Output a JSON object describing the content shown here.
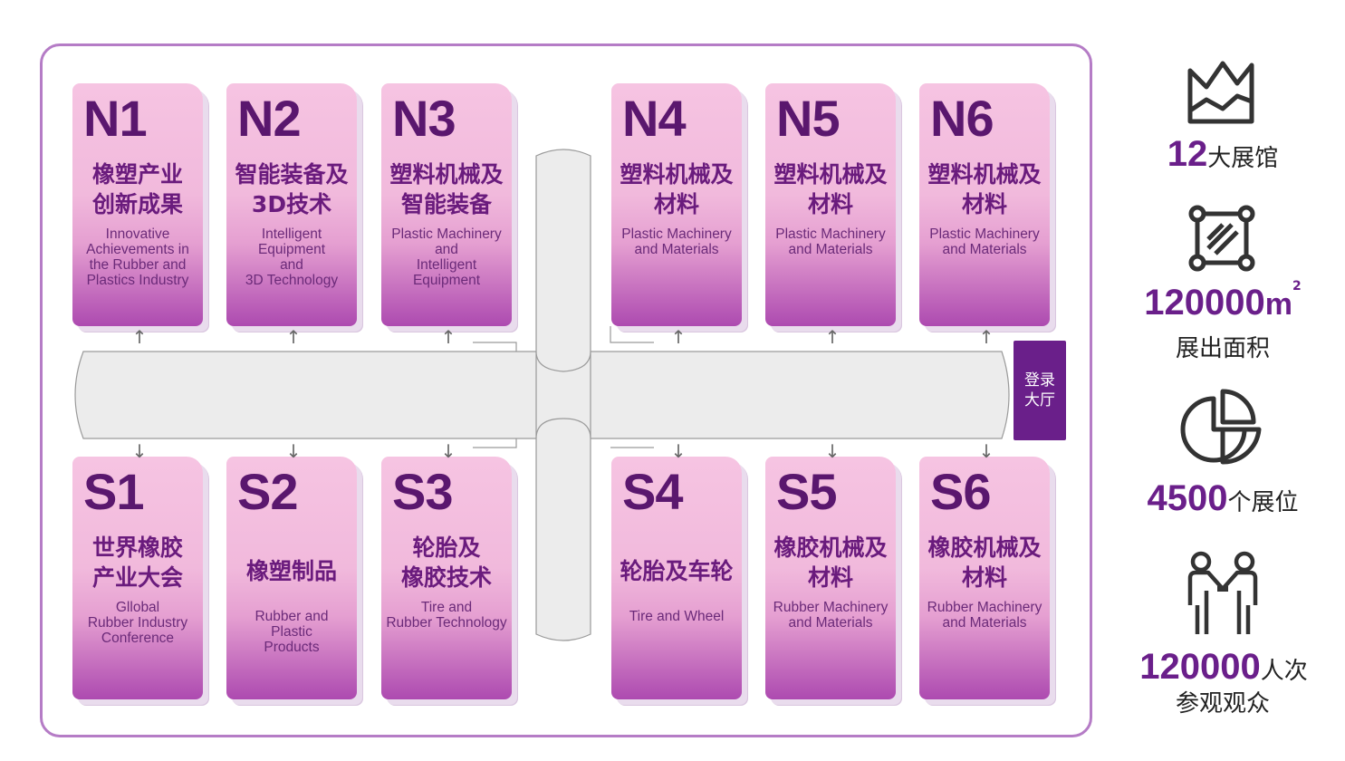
{
  "halls_north": [
    {
      "code": "N1",
      "cn": [
        "橡塑产业",
        "创新成果"
      ],
      "en": [
        "Innovative",
        "Achievements in",
        "the Rubber and",
        "Plastics Industry"
      ]
    },
    {
      "code": "N2",
      "cn": [
        "智能装备及",
        "3D技术"
      ],
      "en": [
        "Intelligent",
        "Equipment",
        "and",
        "3D Technology"
      ]
    },
    {
      "code": "N3",
      "cn": [
        "塑料机械及",
        "智能装备"
      ],
      "en": [
        "Plastic Machinery",
        "and",
        "Intelligent",
        "Equipment"
      ]
    },
    {
      "code": "N4",
      "cn": [
        "塑料机械及",
        "材料"
      ],
      "en": [
        "Plastic Machinery",
        "and Materials"
      ]
    },
    {
      "code": "N5",
      "cn": [
        "塑料机械及",
        "材料"
      ],
      "en": [
        "Plastic Machinery",
        "and Materials"
      ]
    },
    {
      "code": "N6",
      "cn": [
        "塑料机械及",
        "材料"
      ],
      "en": [
        "Plastic Machinery",
        "and Materials"
      ]
    }
  ],
  "halls_south": [
    {
      "code": "S1",
      "cn": [
        "世界橡胶",
        "产业大会"
      ],
      "en": [
        "Gllobal",
        "Rubber Industry",
        "Conference"
      ]
    },
    {
      "code": "S2",
      "cn": [
        "橡塑制品"
      ],
      "en": [
        "Rubber and",
        "Plastic",
        "Products"
      ]
    },
    {
      "code": "S3",
      "cn": [
        "轮胎及",
        "橡胶技术"
      ],
      "en": [
        "Tire and",
        "Rubber Technology"
      ]
    },
    {
      "code": "S4",
      "cn": [
        "轮胎及车轮"
      ],
      "en": [
        "Tire and Wheel"
      ]
    },
    {
      "code": "S5",
      "cn": [
        "橡胶机械及",
        "材料"
      ],
      "en": [
        "Rubber Machinery",
        "and Materials"
      ]
    },
    {
      "code": "S6",
      "cn": [
        "橡胶机械及",
        "材料"
      ],
      "en": [
        "Rubber Machinery",
        "and Materials"
      ]
    }
  ],
  "lobby": [
    "登录",
    "大厅"
  ],
  "stats": {
    "halls": {
      "value": "12",
      "label": "大展馆",
      "icon": "map-icon"
    },
    "area": {
      "value": "120000",
      "unit": "m",
      "sup": "2",
      "label": "展出面积",
      "icon": "area-icon"
    },
    "booths": {
      "value": "4500",
      "label": "个展位",
      "icon": "pie-icon"
    },
    "visitors": {
      "value": "120000",
      "label": "人次",
      "label2": "参观观众",
      "icon": "handshake-icon"
    }
  },
  "colors": {
    "accent": "#6a1f8a",
    "hall_top": "#f6c4e2",
    "hall_bottom": "#ad4ab0",
    "frame": "#b57cc6"
  }
}
